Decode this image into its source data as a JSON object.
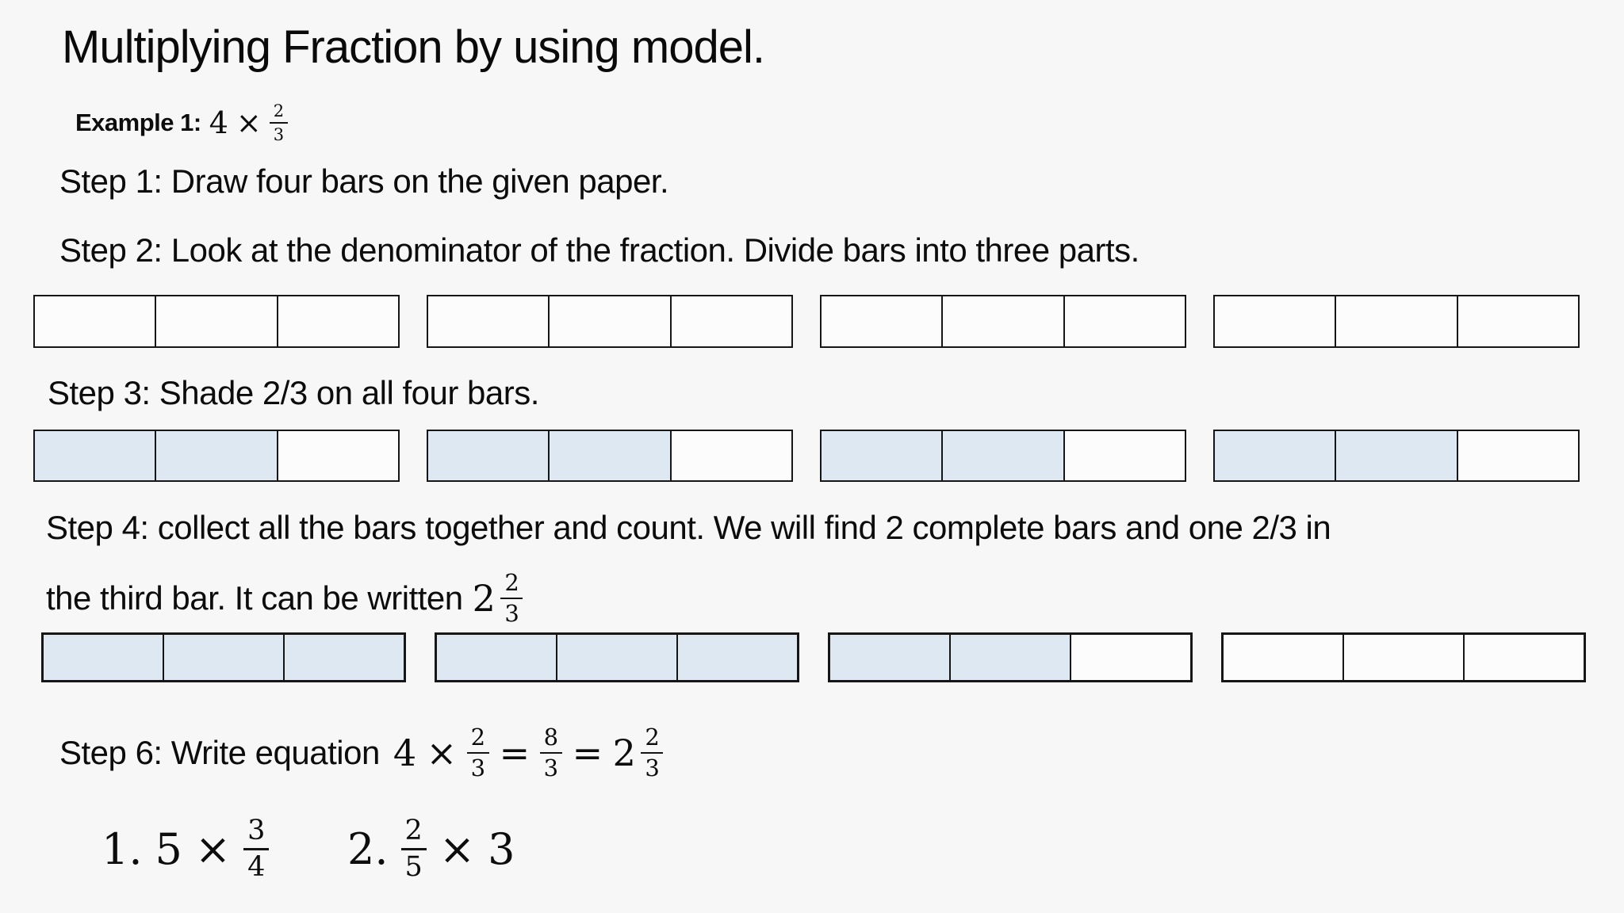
{
  "slide": {
    "title": "Multiplying Fraction by using model.",
    "example": {
      "label": "Example 1:",
      "multiplicand": "4",
      "times_sign": "×",
      "fraction": {
        "numerator": "2",
        "denominator": "3"
      }
    },
    "step1": "Step 1: Draw four bars on the given paper.",
    "step2": "Step 2: Look at the denominator of the fraction. Divide bars into three parts.",
    "step3": "Step 3: Shade 2/3 on all four bars.",
    "step4": {
      "line1": "Step 4: collect all the bars together and count. We will find 2 complete bars and one 2/3 in",
      "line2_text": "the third bar. It can be written",
      "mixed_number": {
        "whole": "2",
        "numerator": "2",
        "denominator": "3"
      }
    },
    "step6": {
      "text": "Step 6: Write equation",
      "equation": {
        "multiplicand": "4",
        "times_sign": "×",
        "fraction1": {
          "numerator": "2",
          "denominator": "3"
        },
        "equals1": "=",
        "fraction2": {
          "numerator": "8",
          "denominator": "3"
        },
        "equals2": "=",
        "mixed": {
          "whole": "2",
          "numerator": "2",
          "denominator": "3"
        }
      }
    },
    "exercises": [
      {
        "number": "1.",
        "factor": "5",
        "times_sign": "×",
        "fraction": {
          "numerator": "3",
          "denominator": "4"
        }
      },
      {
        "number": "2.",
        "fraction": {
          "numerator": "2",
          "denominator": "5"
        },
        "times_sign": "×",
        "factor": "3"
      }
    ],
    "bar_model": {
      "cells_per_bar": 3,
      "rows": [
        {
          "id": "step2-bars",
          "bars": [
            [
              false,
              false,
              false
            ],
            [
              false,
              false,
              false
            ],
            [
              false,
              false,
              false
            ],
            [
              false,
              false,
              false
            ]
          ]
        },
        {
          "id": "step3-bars",
          "bars": [
            [
              true,
              true,
              false
            ],
            [
              true,
              true,
              false
            ],
            [
              true,
              true,
              false
            ],
            [
              true,
              true,
              false
            ]
          ]
        },
        {
          "id": "step4-bars",
          "bars": [
            [
              true,
              true,
              true
            ],
            [
              true,
              true,
              true
            ],
            [
              true,
              true,
              false
            ],
            [
              false,
              false,
              false
            ]
          ]
        }
      ],
      "shade_color": "#dde8f3",
      "empty_cell_color": "#fcfcfd",
      "border_color": "#161616",
      "background_color": "#f7f7f8"
    }
  }
}
